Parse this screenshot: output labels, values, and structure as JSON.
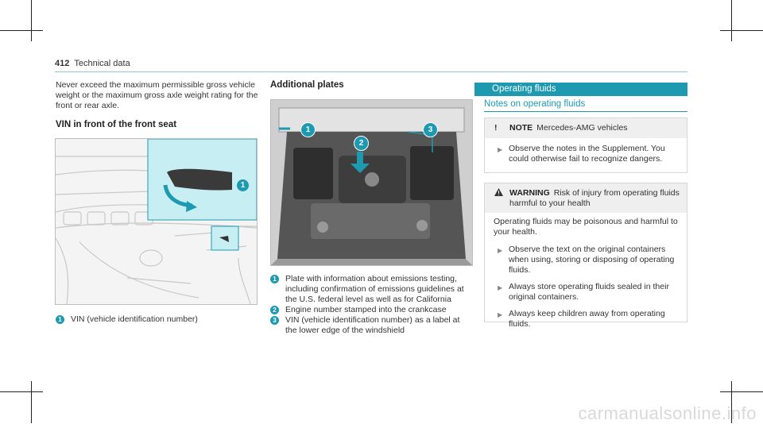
{
  "header": {
    "page_number": "412",
    "section": "Technical data"
  },
  "col1": {
    "intro": "Never exceed the maximum permissible gross vehicle weight or the maximum gross axle weight rating for the front or rear axle.",
    "vin_heading": "VIN in front of the front seat",
    "legend": [
      {
        "num": "1",
        "text": "VIN (vehicle identification number)"
      }
    ]
  },
  "col2": {
    "heading": "Additional plates",
    "legend": [
      {
        "num": "1",
        "text": "Plate with information about emissions test­ing, including confirmation of emissions guidelines at the U.S. federal level as well as for California"
      },
      {
        "num": "2",
        "text": "Engine number stamped into the crankcase"
      },
      {
        "num": "3",
        "text": "VIN (vehicle identification number) as a label at the lower edge of the windshield"
      }
    ]
  },
  "col3": {
    "section_title": "Operating fluids",
    "subsection_title": "Notes on operating fluids",
    "note": {
      "label": "NOTE",
      "text": "Mercedes-AMG vehicles",
      "icon": "!",
      "bullet": "Observe the notes in the Supplement. You could otherwise fail to recognize dangers."
    },
    "warning": {
      "label": "WARNING",
      "text": "Risk of injury from operating fluids harmful to your health",
      "body": "Operating fluids may be poisonous and harm­ful to your health.",
      "bullets": [
        "Observe the text on the original contain­ers when using, storing or disposing of operating fluids.",
        "Always store operating fluids sealed in their original containers.",
        "Always keep children away from operat­ing fluids."
      ]
    }
  },
  "watermark": "carmanualsonline.info",
  "colors": {
    "accent": "#1e9ab0",
    "text": "#333333"
  }
}
